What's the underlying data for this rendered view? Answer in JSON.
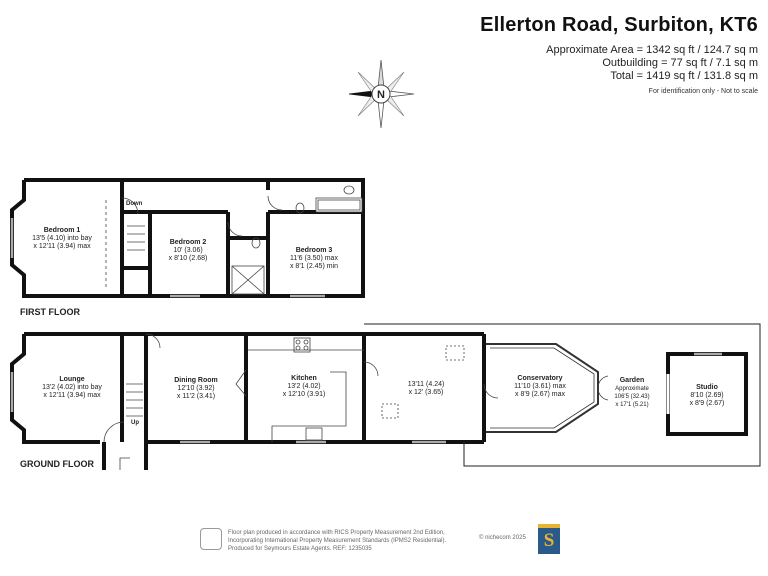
{
  "header": {
    "title": "Ellerton Road, Surbiton, KT6",
    "approx_area": "Approximate Area = 1342 sq ft / 124.7 sq m",
    "outbuilding": "Outbuilding = 77 sq ft / 7.1 sq m",
    "total": "Total = 1419 sq ft / 131.8 sq m",
    "disclaimer": "For identification only - Not to scale"
  },
  "compass": {
    "north_label": "N",
    "icon": "compass-rose-icon"
  },
  "first_floor": {
    "label": "FIRST FLOOR",
    "stair_label": "Down",
    "rooms": [
      {
        "name": "Bedroom 1",
        "dims": [
          "13'5 (4.10) into bay",
          "x 12'11 (3.94) max"
        ]
      },
      {
        "name": "Bedroom 2",
        "dims": [
          "10' (3.06)",
          "x 8'10 (2.68)"
        ]
      },
      {
        "name": "Bedroom 3",
        "dims": [
          "11'6 (3.50) max",
          "x 8'1 (2.45) min"
        ]
      }
    ]
  },
  "ground_floor": {
    "label": "GROUND FLOOR",
    "stair_label": "Up",
    "rooms": [
      {
        "name": "Lounge",
        "dims": [
          "13'2 (4.02) into bay",
          "x 12'11 (3.94) max"
        ]
      },
      {
        "name": "Dining Room",
        "dims": [
          "12'10 (3.92)",
          "x 11'2 (3.41)"
        ]
      },
      {
        "name": "Kitchen",
        "dims": [
          "13'2 (4.02)",
          "x 12'10 (3.91)"
        ]
      },
      {
        "name": "",
        "dims": [
          "13'11 (4.24)",
          "x 12' (3.65)"
        ]
      },
      {
        "name": "Conservatory",
        "dims": [
          "11'10 (3.61) max",
          "x 8'9 (2.67) max"
        ]
      },
      {
        "name": "Garden",
        "dims": [
          "Approximate",
          "106'5 (32.43)",
          "x 17'1 (5.21)"
        ]
      },
      {
        "name": "Studio",
        "dims": [
          "8'10 (2.69)",
          "x 8'9 (2.67)"
        ]
      }
    ]
  },
  "footer": {
    "lines": [
      "Floor plan produced in accordance with RICS Property Measurement 2nd Edition,",
      "Incorporating International Property Measurement Standards (IPMS2 Residential).",
      "Produced for Seymours Estate Agents.   REF: 1235035"
    ],
    "copyright": "© nichecom 2025",
    "logo_letter": "S"
  },
  "colors": {
    "wall": "#111111",
    "logo_blue": "#2a5a8a",
    "logo_gold": "#e8b533"
  }
}
